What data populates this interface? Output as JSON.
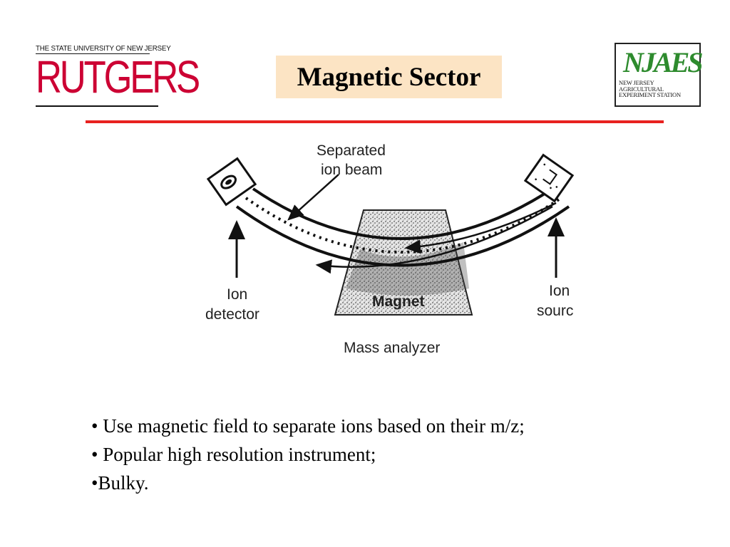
{
  "header": {
    "rutgers_tagline": "THE STATE UNIVERSITY OF NEW JERSEY",
    "rutgers_name": "RUTGERS",
    "title": "Magnetic Sector",
    "njaes_mark": "NJAES",
    "njaes_text": "NEW JERSEY\nAGRICULTURAL\nEXPERIMENT STATION"
  },
  "diagram": {
    "separated_beam_label": [
      "Separated",
      "ion beam"
    ],
    "detector_label": [
      "Ion",
      "detector"
    ],
    "source_label": [
      "Ion",
      "sourc"
    ],
    "magnet_label": "Magnet",
    "analyzer_label": "Mass analyzer"
  },
  "bullets": [
    "• Use magnetic field to separate ions based on their m/z;",
    "• Popular high resolution instrument;",
    "•Bulky."
  ],
  "colors": {
    "rutgers_red": "#cc0033",
    "title_bg": "#fce4c4",
    "rule_red": "#e8211f",
    "njaes_green": "#2e8b2e"
  }
}
